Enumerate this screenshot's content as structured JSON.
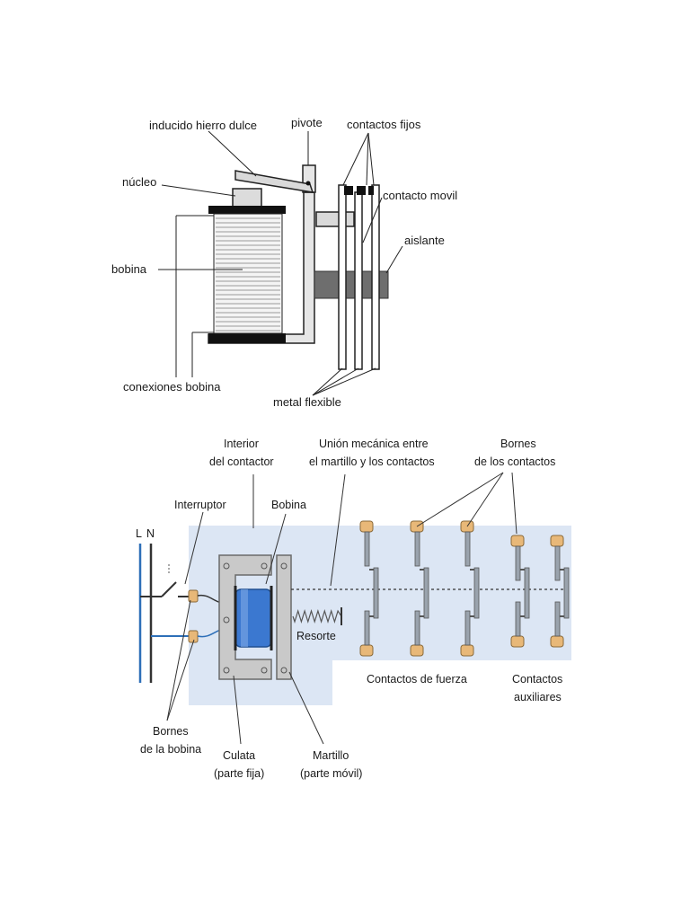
{
  "relay_diagram": {
    "labels": {
      "inducido": "inducido hierro dulce",
      "pivote": "pivote",
      "contactos_fijos": "contactos fijos",
      "nucleo": "núcleo",
      "contacto_movil": "contacto movil",
      "aislante": "aislante",
      "bobina": "bobina",
      "conexiones_bobina": "conexiones bobina",
      "metal_flexible": "metal flexible"
    }
  },
  "contactor_diagram": {
    "labels": {
      "interior_1": "Interior",
      "interior_2": "del contactor",
      "union_1": "Unión mecánica entre",
      "union_2": "el martillo y los contactos",
      "bornes_contactos_1": "Bornes",
      "bornes_contactos_2": "de los contactos",
      "interruptor": "Interruptor",
      "bobina": "Bobina",
      "l": "L",
      "n": "N",
      "resorte": "Resorte",
      "contactos_fuerza": "Contactos de fuerza",
      "contactos_aux_1": "Contactos",
      "contactos_aux_2": "auxiliares",
      "bornes_bobina_1": "Bornes",
      "bornes_bobina_2": "de la bobina",
      "culata_1": "Culata",
      "culata_2": "(parte fija)",
      "martillo_1": "Martillo",
      "martillo_2": "(parte móvil)"
    },
    "colors": {
      "panel": "#dce6f4",
      "coil": "#3b78d0",
      "terminal": "#e8b878",
      "yoke": "#c9c9c9",
      "wire_blue": "#2d6fb8"
    }
  }
}
